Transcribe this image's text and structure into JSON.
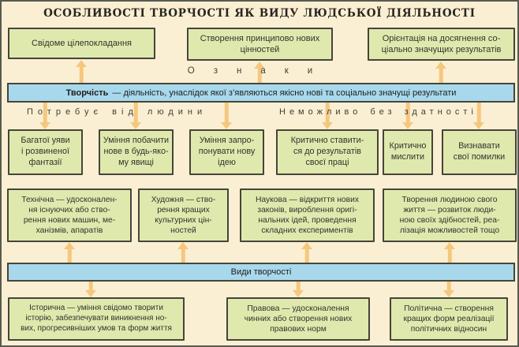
{
  "colors": {
    "bg": "#FBEFD3",
    "box_fill": "#DFE9AE",
    "box_border": "#45453A",
    "bar_fill": "#A8D8EC",
    "arrow": "#F5C77D",
    "text": "#33332B"
  },
  "title": "ОСОБЛИВОСТІ ТВОРЧОСТІ ЯК ВИДУ ЛЮДСЬКОЇ ДІЯЛЬНОСТІ",
  "signs": {
    "label": "Ознаки",
    "boxes": [
      {
        "lines": [
          "Свідоме цілепокладання"
        ]
      },
      {
        "lines": [
          "Створення принципово нових",
          "цінностей"
        ]
      },
      {
        "lines": [
          "Орієнтація на досягнення со-",
          "ціально значущих результатів"
        ]
      }
    ]
  },
  "definition": {
    "term": "Творчість",
    "text": "— діяльність, унаслідок якої з’являються якісно нові та соціально значущі результати"
  },
  "requires": {
    "label": "Потребує від людини",
    "boxes": [
      {
        "lines": [
          "Багатої уяви",
          "і розвиненої",
          "фантазії"
        ]
      },
      {
        "lines": [
          "Уміння побачити",
          "нове в будь-яко-",
          "му явищі"
        ]
      },
      {
        "lines": [
          "Уміння запро-",
          "понувати нову",
          "ідею"
        ]
      }
    ]
  },
  "impossible": {
    "label": "Неможливо без здатності",
    "boxes": [
      {
        "lines": [
          "Критично ставити-",
          "ся до результатів",
          "своєї праці"
        ]
      },
      {
        "lines": [
          "Критично",
          "мислити"
        ]
      },
      {
        "lines": [
          "Визнавати",
          "свої помилки"
        ]
      }
    ]
  },
  "types": {
    "bar_label": "Види творчості",
    "boxes": [
      {
        "lines": [
          "Технічна — удосконален-",
          "ня існуючих або ство-",
          "рення нових машин, ме-",
          "ханізмів, апаратів"
        ]
      },
      {
        "lines": [
          "Художня — ство-",
          "рення кращих",
          "культурних цін-",
          "ностей"
        ]
      },
      {
        "lines": [
          "Наукова — відкриття нових",
          "законів, вироблення оригі-",
          "нальних ідей, проведення",
          "складних експериментів"
        ]
      },
      {
        "lines": [
          "Творення людиною свого",
          "життя — розвиток люди-",
          "ною своїх здібностей, реа-",
          "лізація можливостей тощо"
        ]
      }
    ],
    "kinds": [
      {
        "lines": [
          "Історична — уміння свідомо творити",
          "історію, забезпечувати виникнення но-",
          "вих, прогресивніших умов та форм життя"
        ]
      },
      {
        "lines": [
          "Правова — удосконалення",
          "чинних або створення нових",
          "правових норм"
        ]
      },
      {
        "lines": [
          "Політична — створення",
          "кращих форм реалізації",
          "політичних відносин"
        ]
      }
    ]
  }
}
